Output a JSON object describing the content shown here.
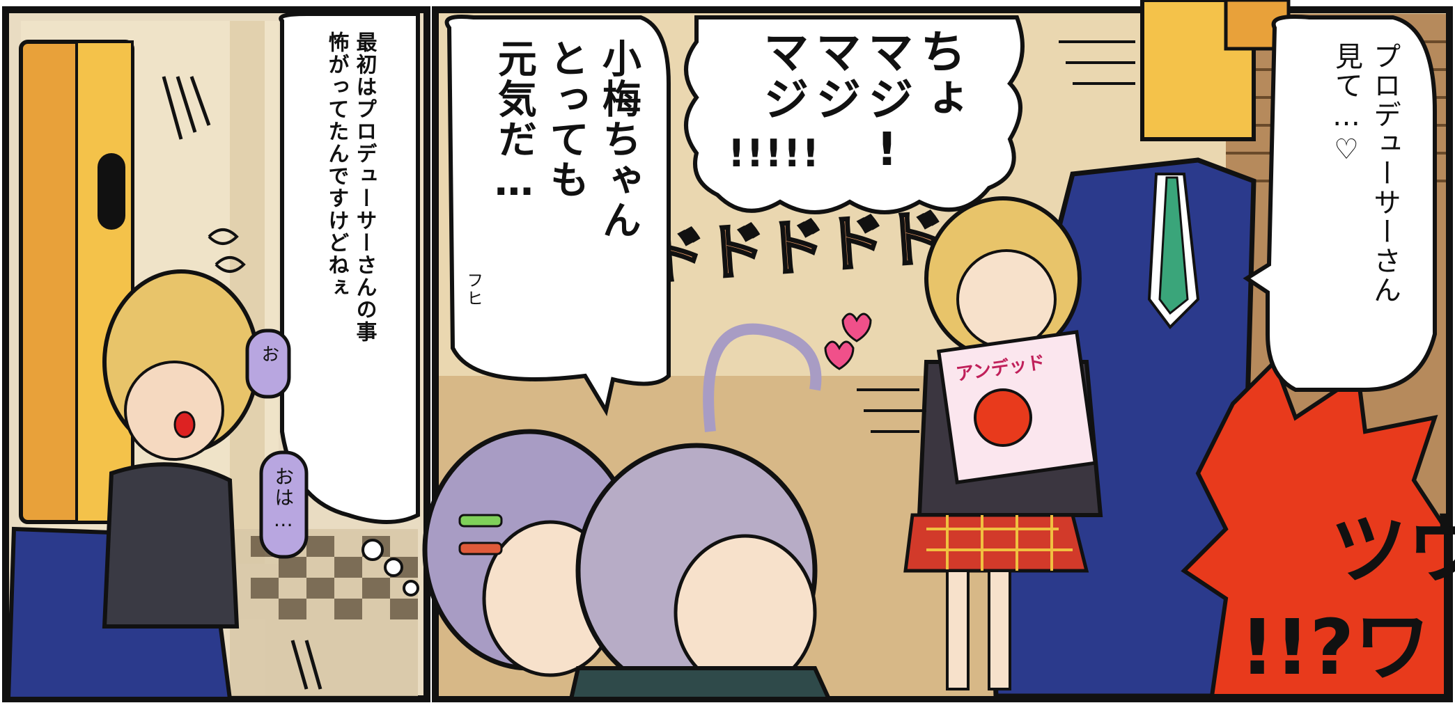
{
  "panels": {
    "left": {
      "narration": [
        "最初はプロデューサーさんの事",
        "怖がってたんですけどねぇ"
      ],
      "mutters": [
        "お",
        "おは…"
      ]
    },
    "right": {
      "speech_koume": [
        "小梅ちゃん",
        "とっても",
        "元気だ…"
      ],
      "speech_koume_small": "フヒ",
      "speech_majimaji": [
        "ちょ",
        "マジ!",
        "マジ",
        "マジ",
        "!!!!!"
      ],
      "speech_kanji": [
        "プロデューサーさん",
        "見て…♡"
      ],
      "magazine_title": "アンデッド",
      "sfx_dodo": "ドドドドド",
      "sfx_tsuwa": [
        "ツウ",
        "!!?ワ"
      ]
    }
  },
  "colors": {
    "border": "#111111",
    "suit": "#2b3a8c",
    "hair_blonde": "#e8c46a",
    "hair_lilac": "#a89cc4",
    "sfx_orange": "#f0a06a",
    "burst_red": "#e83a1c",
    "heart_pink": "#f0508a",
    "mutter_purple": "#b8a6e0"
  }
}
